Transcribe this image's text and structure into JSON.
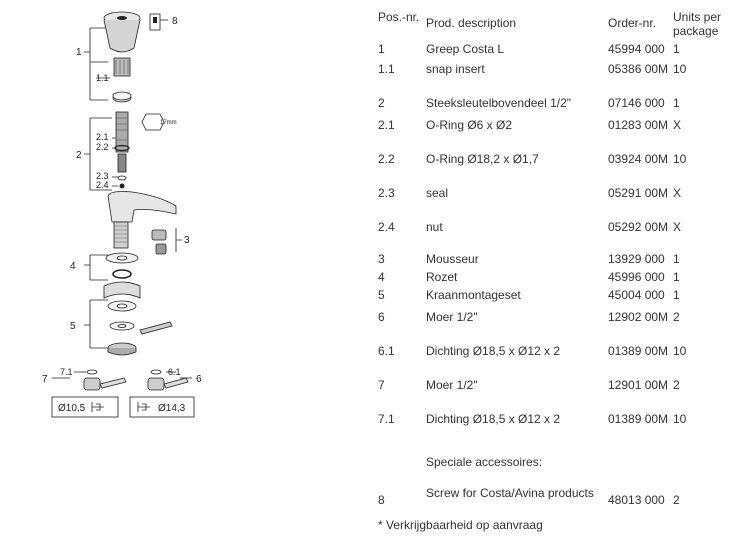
{
  "diagram": {
    "callouts": {
      "c8": "8",
      "c1": "1",
      "c1_1": "1.1",
      "c2": "2",
      "c2_1": "2.1",
      "c2_2": "2.2",
      "c2_3": "2.3",
      "c2_4": "2.4",
      "c3": "3",
      "c4": "4",
      "c5": "5",
      "c7": "7",
      "c7_1": "7.1",
      "c6": "6",
      "c6_1": "6.1",
      "wrench": "17mm"
    },
    "sizes": {
      "left": "Ø10,5",
      "right": "Ø14,3"
    }
  },
  "table": {
    "headers": {
      "pos": "Pos.-nr.",
      "desc": "Prod. description",
      "order": "Order-nr.",
      "units": "Units per package"
    },
    "rows": [
      {
        "pos": "1",
        "desc": "Greep Costa L",
        "order": "45994 000",
        "units": "1"
      },
      {
        "pos": "1.1",
        "desc": "snap insert",
        "order": "05386 00M",
        "units": "10"
      },
      {
        "pos": "2",
        "desc": "Steeksleutelbovendeel 1/2\"",
        "order": "07146 000",
        "units": "1"
      },
      {
        "pos": "2.1",
        "desc": "O-Ring Ø6 x Ø2",
        "order": "01283 00M",
        "units": "X"
      },
      {
        "pos": "2.2",
        "desc": "O-Ring Ø18,2 x Ø1,7",
        "order": "03924 00M",
        "units": "10"
      },
      {
        "pos": "2.3",
        "desc": "seal",
        "order": "05291 00M",
        "units": "X"
      },
      {
        "pos": "2.4",
        "desc": "nut",
        "order": "05292 00M",
        "units": "X"
      },
      {
        "pos": "3",
        "desc": "Mousseur",
        "order": "13929 000",
        "units": "1"
      },
      {
        "pos": "4",
        "desc": "Rozet",
        "order": "45996 000",
        "units": "1"
      },
      {
        "pos": "5",
        "desc": "Kraanmontageset",
        "order": "45004 000",
        "units": "1"
      },
      {
        "pos": "6",
        "desc": "Moer 1/2\"",
        "order": "12902 00M",
        "units": "2"
      },
      {
        "pos": "6.1",
        "desc": "Dichting Ø18,5 x Ø12 x 2",
        "order": "01389 00M",
        "units": "10"
      },
      {
        "pos": "7",
        "desc": "Moer 1/2\"",
        "order": "12901 00M",
        "units": "2"
      },
      {
        "pos": "7.1",
        "desc": "Dichting Ø18,5 x Ø12 x 2",
        "order": "01389 00M",
        "units": "10"
      }
    ],
    "accessories_heading": "Speciale accessoires:",
    "accessory_row": {
      "pos": "8",
      "desc": "Screw for Costa/Avina products",
      "order": "48013 000",
      "units": "2"
    },
    "footnote": "* Verkrijgbaarheid op aanvraag"
  }
}
